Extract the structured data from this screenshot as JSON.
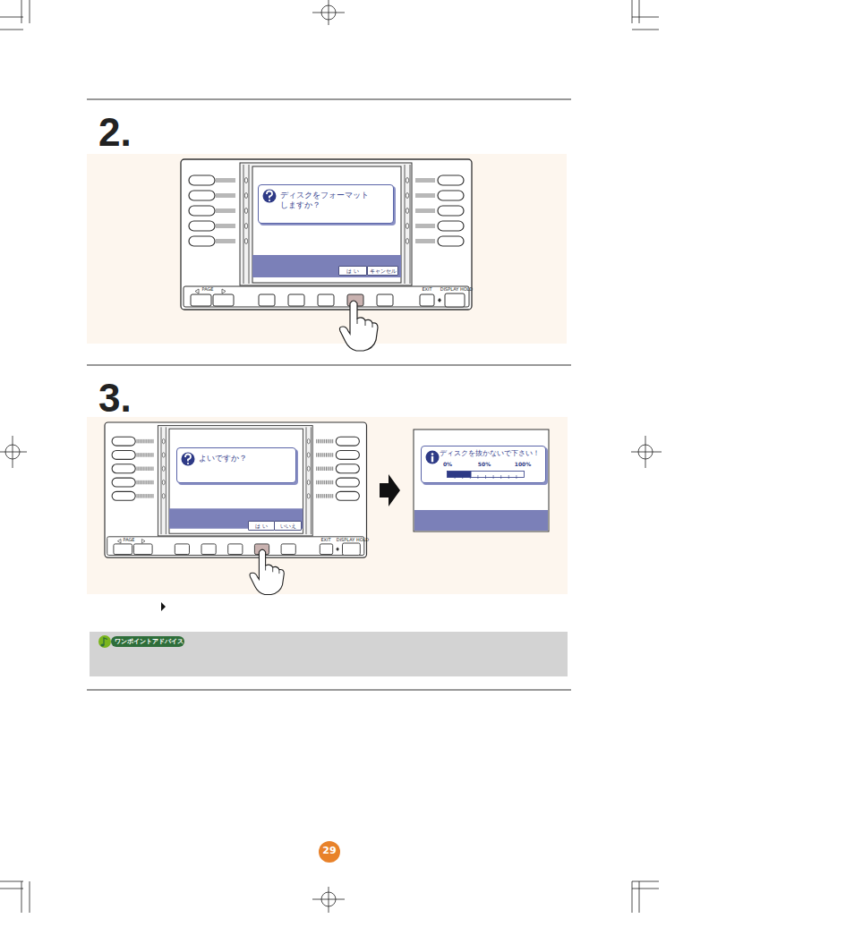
{
  "diagram": {
    "nodes": [
      {
        "text": [
          "ディスクをフォーマット しますか？"
        ]
      },
      {
        "text": [
          "は い"
        ]
      },
      {
        "text": [
          "キャンセル"
        ]
      },
      {
        "text": [
          "よいですか？"
        ]
      },
      {
        "text": [
          "は い"
        ]
      },
      {
        "text": [
          "いいえ"
        ]
      },
      {
        "text": [
          "ディスクを抜かないで下さい！"
        ]
      },
      {
        "text": [
          "ワンポイントアドバイス"
        ]
      }
    ],
    "labels": [
      "2.",
      "3.",
      "PAGE",
      "EXIT",
      "DISPLAY HOLD",
      "PAGE",
      "EXIT",
      "DISPLAY HOLD",
      "0%",
      "50%",
      "100%",
      "29"
    ]
  }
}
